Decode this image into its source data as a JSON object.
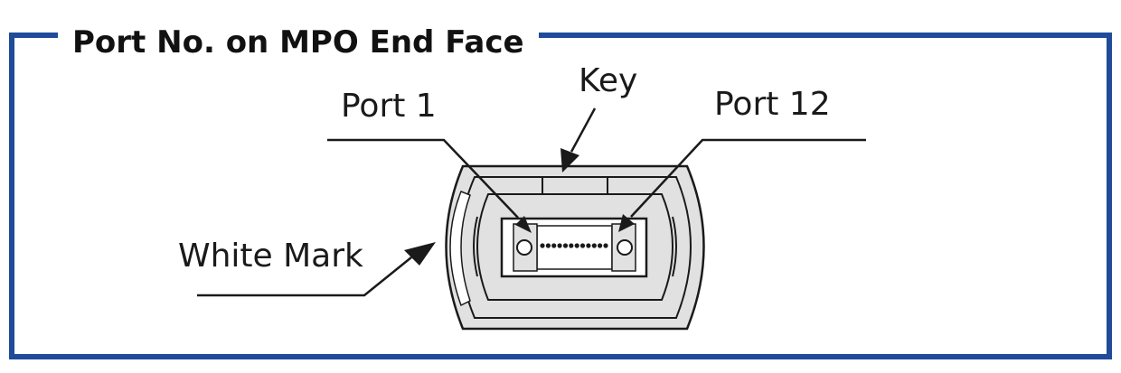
{
  "title": "Port No. on MPO End Face",
  "labels": {
    "key": "Key",
    "port1": "Port 1",
    "port12": "Port 12",
    "white_mark": "White Mark"
  },
  "fiber_count": 12,
  "colors": {
    "frame": "#1f4b9a",
    "body_fill": "#e1e1e1",
    "stroke": "#1a1a1a",
    "background": "#ffffff"
  }
}
